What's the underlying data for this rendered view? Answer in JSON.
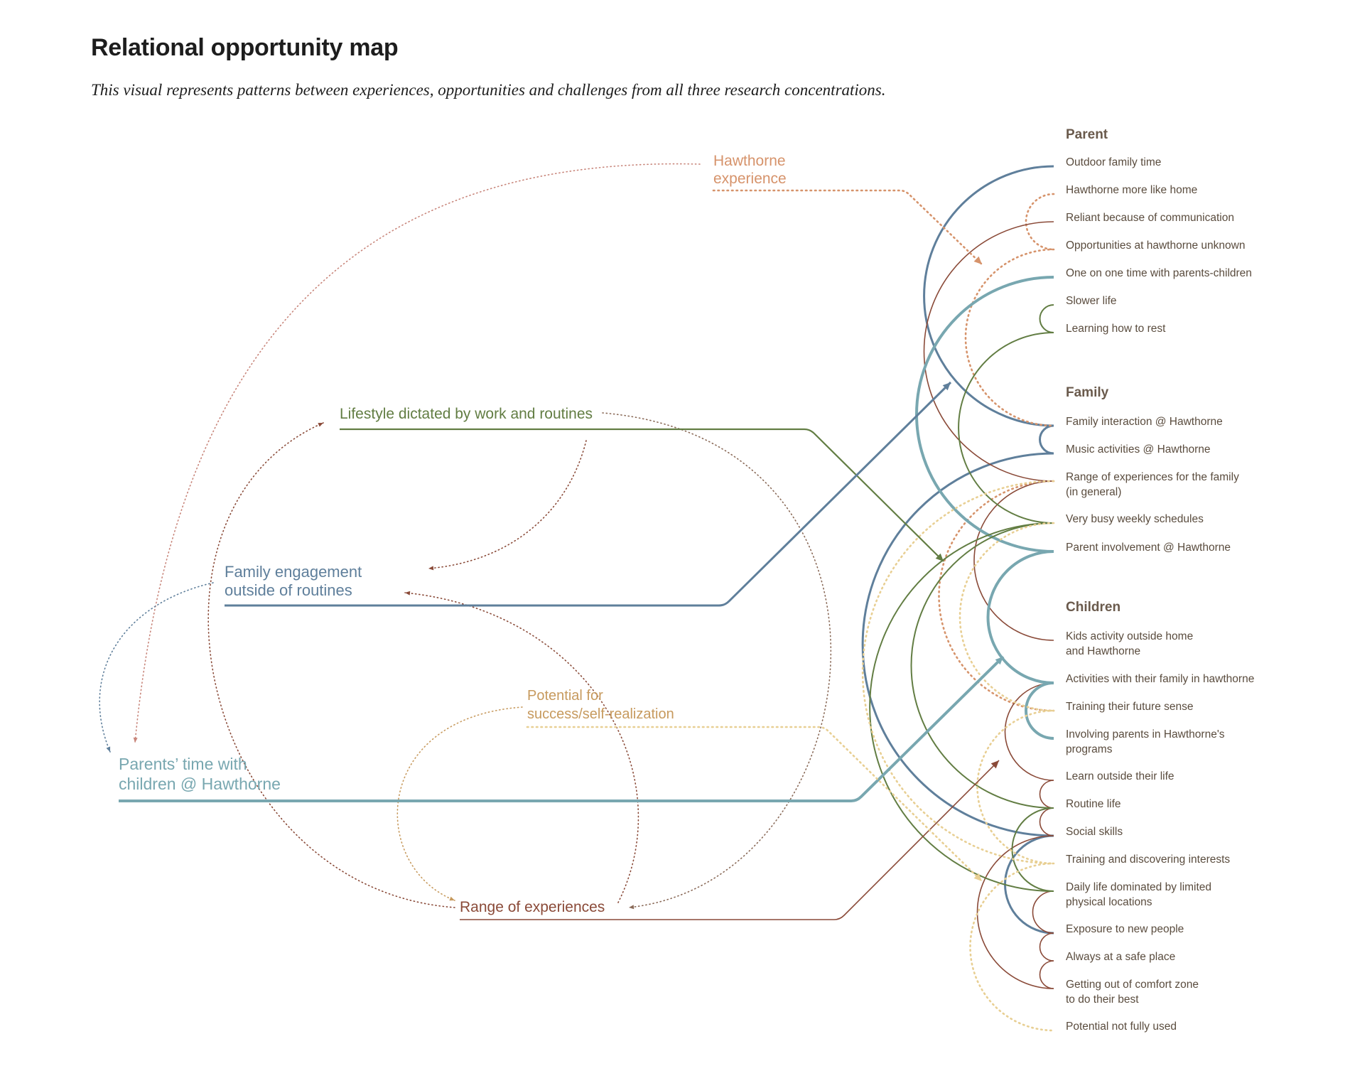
{
  "title": "Relational opportunity map",
  "subtitle": "This visual represents patterns between experiences, opportunities and challenges from all three research concentrations.",
  "colors": {
    "blue": "#5f7f9b",
    "teal": "#78a7b0",
    "green": "#627d43",
    "brown": "#8a4a38",
    "orange": "#d6936b",
    "gold": "#c79a5e",
    "sand": "#e8cf93",
    "heading": "#6a5a4c",
    "item": "#5a4c3e"
  },
  "themes": [
    {
      "id": "hawthorne",
      "lines": [
        "Hawthorne",
        "experience"
      ],
      "color": "orange"
    },
    {
      "id": "lifestyle",
      "lines": [
        "Lifestyle dictated by work and routines"
      ],
      "color": "green"
    },
    {
      "id": "engagement",
      "lines": [
        "Family engagement",
        "outside of routines"
      ],
      "color": "blue"
    },
    {
      "id": "potential",
      "lines": [
        "Potential for",
        "success/self-realization"
      ],
      "color": "gold"
    },
    {
      "id": "parents",
      "lines": [
        "Parents’ time with",
        "children @ Hawthorne"
      ],
      "color": "teal"
    },
    {
      "id": "range",
      "lines": [
        "Range of experiences"
      ],
      "color": "brown"
    }
  ],
  "groups": [
    {
      "heading": "Parent",
      "items": [
        {
          "id": "p1",
          "lines": [
            "Outdoor family time"
          ]
        },
        {
          "id": "p2",
          "lines": [
            "Hawthorne more like home"
          ]
        },
        {
          "id": "p3",
          "lines": [
            "Reliant because of communication"
          ]
        },
        {
          "id": "p4",
          "lines": [
            "Opportunities at hawthorne unknown"
          ]
        },
        {
          "id": "p5",
          "lines": [
            "One on one time with parents-children"
          ]
        },
        {
          "id": "p6",
          "lines": [
            "Slower life"
          ]
        },
        {
          "id": "p7",
          "lines": [
            "Learning how to rest"
          ]
        }
      ]
    },
    {
      "heading": "Family",
      "items": [
        {
          "id": "f1",
          "lines": [
            "Family interaction @ Hawthorne"
          ]
        },
        {
          "id": "f2",
          "lines": [
            "Music activities @ Hawthorne"
          ]
        },
        {
          "id": "f3",
          "lines": [
            "Range of experiences for the family",
            "(in general)"
          ]
        },
        {
          "id": "f4",
          "lines": [
            "Very busy weekly schedules"
          ]
        },
        {
          "id": "f5",
          "lines": [
            "Parent involvement @ Hawthorne"
          ]
        }
      ]
    },
    {
      "heading": "Children",
      "items": [
        {
          "id": "c1",
          "lines": [
            "Kids activity outside home",
            "and Hawthorne"
          ]
        },
        {
          "id": "c2",
          "lines": [
            "Activities with their family in hawthorne"
          ]
        },
        {
          "id": "c3",
          "lines": [
            "Training their future sense"
          ]
        },
        {
          "id": "c4",
          "lines": [
            "Involving parents in Hawthorne's",
            "programs"
          ]
        },
        {
          "id": "c5",
          "lines": [
            "Learn outside their life"
          ]
        },
        {
          "id": "c6",
          "lines": [
            "Routine life"
          ]
        },
        {
          "id": "c7",
          "lines": [
            "Social skills"
          ]
        },
        {
          "id": "c8",
          "lines": [
            "Training and discovering interests"
          ]
        },
        {
          "id": "c9",
          "lines": [
            "Daily life dominated by limited",
            "physical locations"
          ]
        },
        {
          "id": "c10",
          "lines": [
            "Exposure to new people"
          ]
        },
        {
          "id": "c11",
          "lines": [
            "Always at a safe place"
          ]
        },
        {
          "id": "c12",
          "lines": [
            "Getting out of comfort zone",
            "to do their best"
          ]
        },
        {
          "id": "c13",
          "lines": [
            "Potential not fully used"
          ]
        }
      ]
    }
  ],
  "links": [
    {
      "from": "p1",
      "to": "f1",
      "color": "blue"
    },
    {
      "from": "f1",
      "to": "f2",
      "color": "blue"
    },
    {
      "from": "f2",
      "to": "c7",
      "color": "blue"
    },
    {
      "from": "c7",
      "to": "c10",
      "color": "blue"
    },
    {
      "from": "p2",
      "to": "p4",
      "color": "orange",
      "dashed": true
    },
    {
      "from": "p4",
      "to": "f1",
      "color": "orange",
      "dashed": true
    },
    {
      "from": "f3",
      "to": "c3",
      "color": "orange",
      "dashed": true
    },
    {
      "from": "p3",
      "to": "f3",
      "color": "brown"
    },
    {
      "from": "f3",
      "to": "c1",
      "color": "brown"
    },
    {
      "from": "c2",
      "to": "c5",
      "color": "brown"
    },
    {
      "from": "c5",
      "to": "c6",
      "color": "brown"
    },
    {
      "from": "c6",
      "to": "c7",
      "color": "brown"
    },
    {
      "from": "c9",
      "to": "c10",
      "color": "brown"
    },
    {
      "from": "c10",
      "to": "c11",
      "color": "brown"
    },
    {
      "from": "c11",
      "to": "c12",
      "color": "brown"
    },
    {
      "from": "c7",
      "to": "c12",
      "color": "brown"
    },
    {
      "from": "p5",
      "to": "f5",
      "color": "teal"
    },
    {
      "from": "f5",
      "to": "c2",
      "color": "teal"
    },
    {
      "from": "c2",
      "to": "c4",
      "color": "teal"
    },
    {
      "from": "p6",
      "to": "p7",
      "color": "green"
    },
    {
      "from": "p7",
      "to": "f4",
      "color": "green"
    },
    {
      "from": "f4",
      "to": "c6",
      "color": "green"
    },
    {
      "from": "c6",
      "to": "c9",
      "color": "green"
    },
    {
      "from": "f4",
      "to": "c9",
      "color": "green"
    },
    {
      "from": "c3",
      "to": "c8",
      "color": "sand",
      "dashed": true
    },
    {
      "from": "f3",
      "to": "c8",
      "color": "sand",
      "dashed": true
    },
    {
      "from": "c8",
      "to": "c13",
      "color": "sand",
      "dashed": true
    },
    {
      "from": "f4",
      "to": "c3",
      "color": "sand",
      "dashed": true
    }
  ]
}
